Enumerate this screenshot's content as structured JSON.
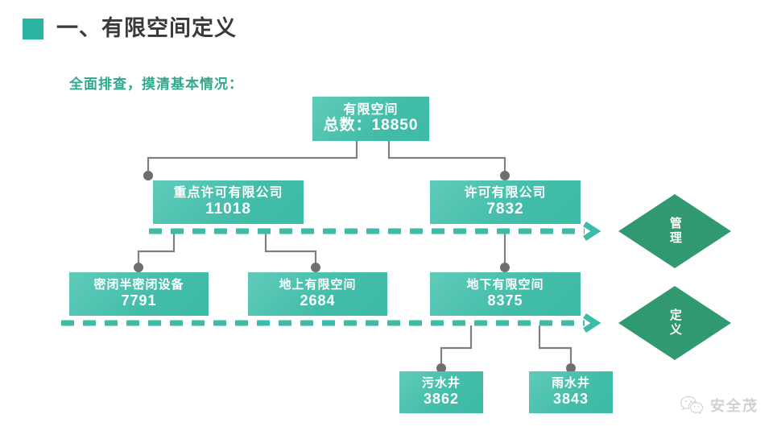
{
  "header": {
    "bullet_color": "#2BB3A1",
    "title": "一、有限空间定义",
    "subtitle": "全面排查，摸清基本情况："
  },
  "palette": {
    "box_fill": "#42BDA9",
    "box_fill_light": "#61CBBA",
    "diamond_fill": "#30996F",
    "connector": "#808080",
    "dashed_arrow": "#3DBBA6",
    "title_text": "#3A3A3A",
    "subtitle_text": "#2FA98E"
  },
  "chart_data": {
    "type": "diagram",
    "title": "有限空间定义",
    "orientation": "top-down tree",
    "nodes": [
      {
        "id": "root",
        "label": "有限空间",
        "value_label": "总数：18850",
        "value": 18850,
        "level": 0
      },
      {
        "id": "key_permit",
        "label": "重点许可有限公司",
        "value_label": "11018",
        "value": 11018,
        "level": 1
      },
      {
        "id": "permit",
        "label": "许可有限公司",
        "value_label": "7832",
        "value": 7832,
        "level": 1
      },
      {
        "id": "sealed",
        "label": "密闭半密闭设备",
        "value_label": "7791",
        "value": 7791,
        "level": 2
      },
      {
        "id": "above",
        "label": "地上有限空间",
        "value_label": "2684",
        "value": 2684,
        "level": 2
      },
      {
        "id": "below",
        "label": "地下有限空间",
        "value_label": "8375",
        "value": 8375,
        "level": 2
      },
      {
        "id": "sewage",
        "label": "污水井",
        "value_label": "3862",
        "value": 3862,
        "level": 3
      },
      {
        "id": "rainwell",
        "label": "雨水井",
        "value_label": "3843",
        "value": 3843,
        "level": 3
      }
    ],
    "edges": [
      {
        "from": "root",
        "to": "key_permit"
      },
      {
        "from": "root",
        "to": "permit"
      },
      {
        "from": "key_permit",
        "to": "sealed"
      },
      {
        "from": "key_permit",
        "to": "above"
      },
      {
        "from": "permit",
        "to": "below"
      },
      {
        "from": "below",
        "to": "sewage"
      },
      {
        "from": "below",
        "to": "rainwell"
      }
    ],
    "bands": [
      {
        "id": "band_manage",
        "label": "管理",
        "arrow": "right"
      },
      {
        "id": "band_define",
        "label": "定义",
        "arrow": "right"
      }
    ]
  },
  "watermark": {
    "icon": "wechat-icon",
    "text": "安全茂"
  }
}
